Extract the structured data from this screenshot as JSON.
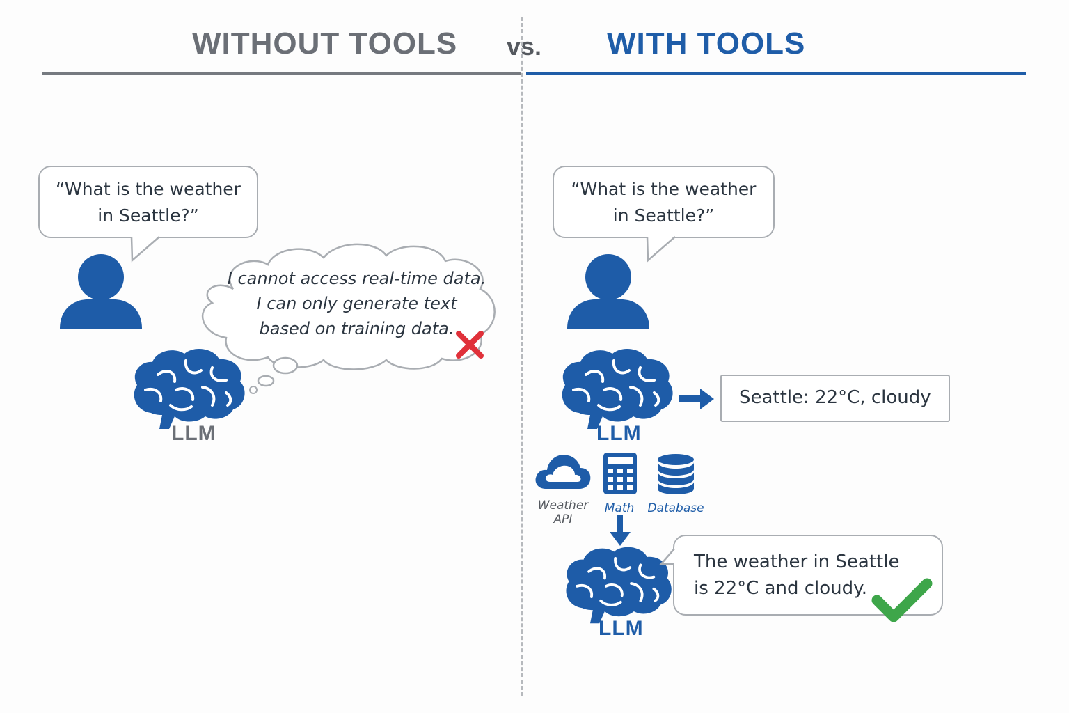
{
  "header": {
    "left_title": "WITHOUT TOOLS",
    "vs": "vs.",
    "right_title": "WITH TOOLS"
  },
  "left_panel": {
    "question": [
      "“What is the weather",
      "in Seattle?”"
    ],
    "thought": [
      "I cannot access real-time data.",
      "I can only generate text",
      "based on training data."
    ],
    "llm_label": "LLM",
    "status_icon": "red-x-icon"
  },
  "right_panel": {
    "question": [
      "“What is the weather",
      "in Seattle?”"
    ],
    "llm_label": "LLM",
    "tool_result": "Seattle: 22°C, cloudy",
    "tools": [
      {
        "icon": "cloud-icon",
        "label": [
          "Weather",
          "API"
        ]
      },
      {
        "icon": "calculator-icon",
        "label": [
          "Math"
        ]
      },
      {
        "icon": "database-icon",
        "label": [
          "Database"
        ]
      }
    ],
    "final_llm_label": "LLM",
    "answer": [
      "The weather in Seattle",
      "is 22°C and cloudy."
    ],
    "status_icon": "green-check-icon"
  },
  "colors": {
    "accent_blue": "#1f5da8",
    "icon_blue": "#1e5ca8",
    "gray_text": "#6b6f76",
    "error_red": "#e0313a",
    "success_green": "#3ea64a"
  }
}
